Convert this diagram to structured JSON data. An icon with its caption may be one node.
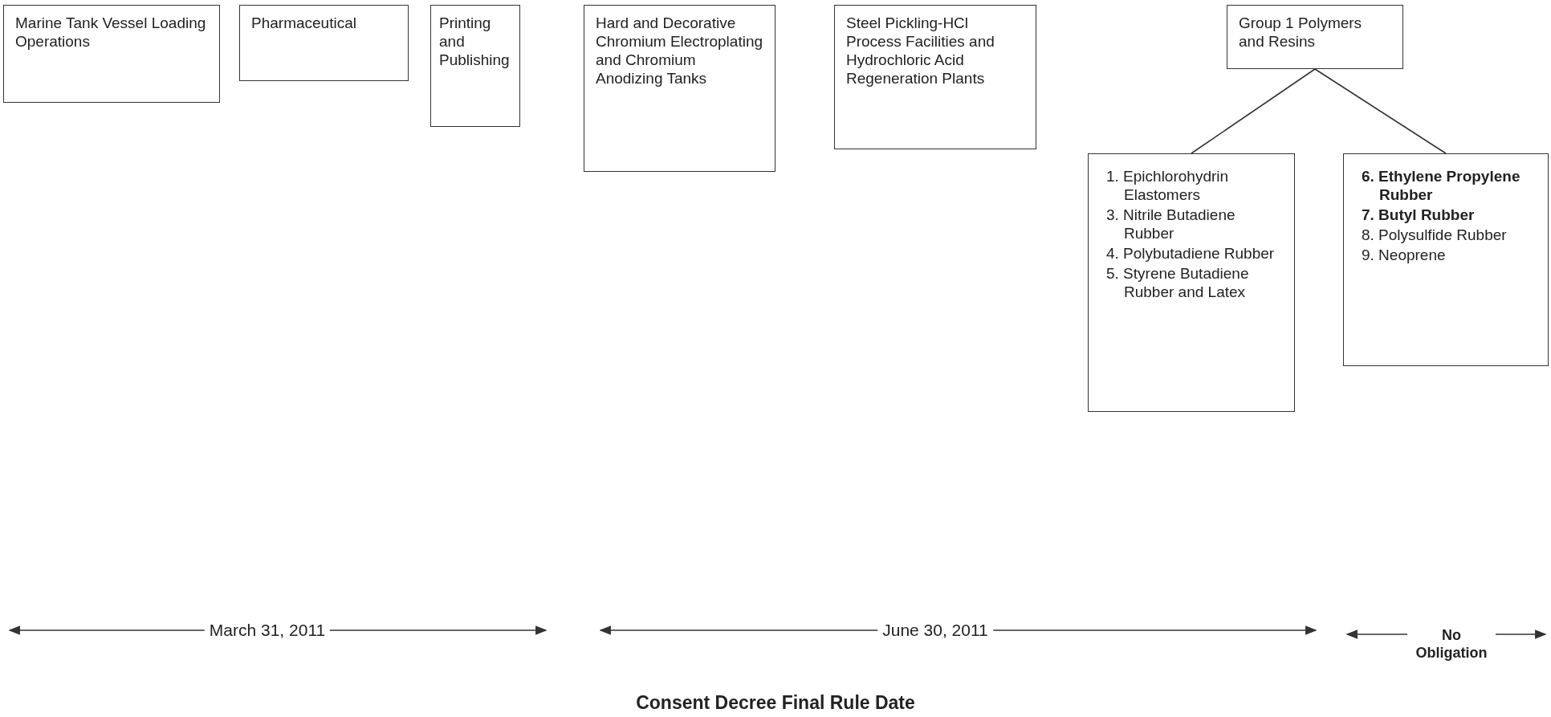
{
  "diagram": {
    "caption": "Consent Decree Final Rule Date",
    "nodes": [
      {
        "text": [
          "Marine Tank Vessel Loading Operations"
        ]
      },
      {
        "text": [
          "Pharmaceutical"
        ]
      },
      {
        "text": [
          "Printing and Publishing"
        ]
      },
      {
        "text": [
          "Hard and Decorative Chromium Electroplating and Chromium Anodizing Tanks"
        ]
      },
      {
        "text": [
          "Steel Pickling-HCl Process Facilities and Hydrochloric Acid Regeneration Plants"
        ]
      },
      {
        "text": [
          "Group 1 Polymers and Resins"
        ]
      },
      {
        "text": [
          "1. Epichlorohydrin Elastomers",
          "3. Nitrile Butadiene Rubber",
          "4. Polybutadiene Rubber",
          "5. Styrene Butadiene Rubber and Latex"
        ]
      },
      {
        "text": [
          "**6. Ethylene Propylene Rubber**",
          "**7. Butyl Rubber**",
          "8. Polysulfide Rubber",
          "9. Neoprene"
        ]
      }
    ],
    "edges": [
      {
        "from": 5,
        "to": 6,
        "arrow": "none"
      },
      {
        "from": 5,
        "to": 7,
        "arrow": "none"
      }
    ],
    "labels": [
      "March 31, 2011",
      "June 30, 2011",
      "No Obligation"
    ]
  }
}
